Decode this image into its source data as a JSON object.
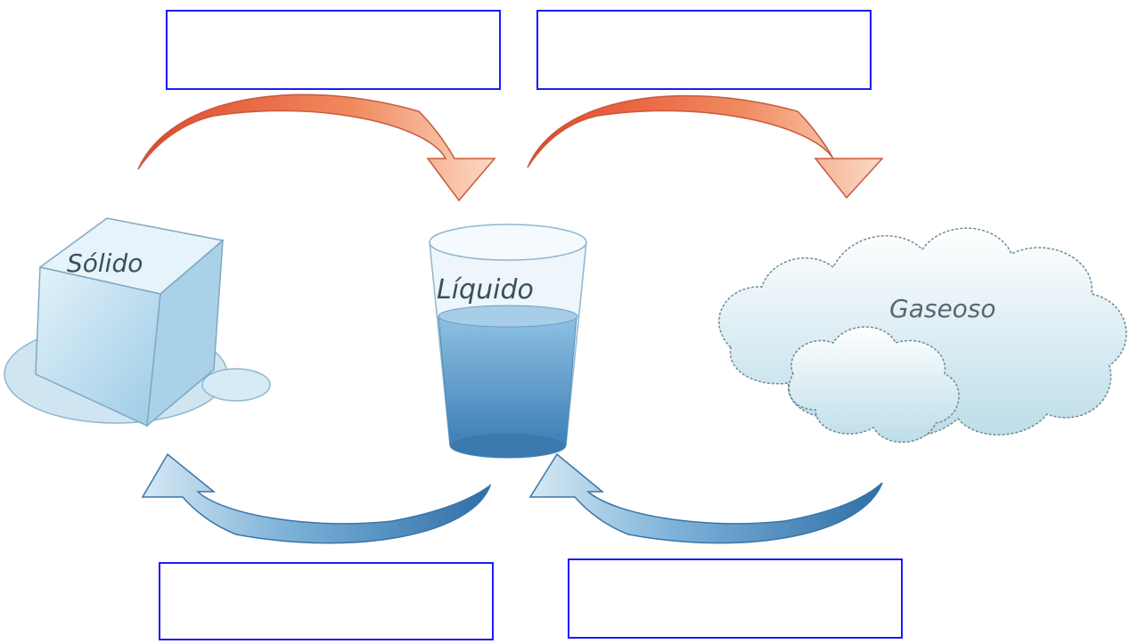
{
  "states": {
    "solid": "Sólido",
    "liquid": "Líquido",
    "gas": "Gaseoso"
  },
  "answer_boxes": {
    "top_left": "",
    "top_right": "",
    "bottom_left": "",
    "bottom_right": ""
  },
  "colors": {
    "heating_arrow": "#e8643c",
    "cooling_arrow": "#4a8fc4",
    "box_border": "#1a1aff",
    "water": "#5a9ccf",
    "ice": "#bfe0f0"
  },
  "icons": [
    "ice-cube-icon",
    "water-glass-icon",
    "cloud-icon",
    "heating-arrow-icon",
    "cooling-arrow-icon"
  ]
}
